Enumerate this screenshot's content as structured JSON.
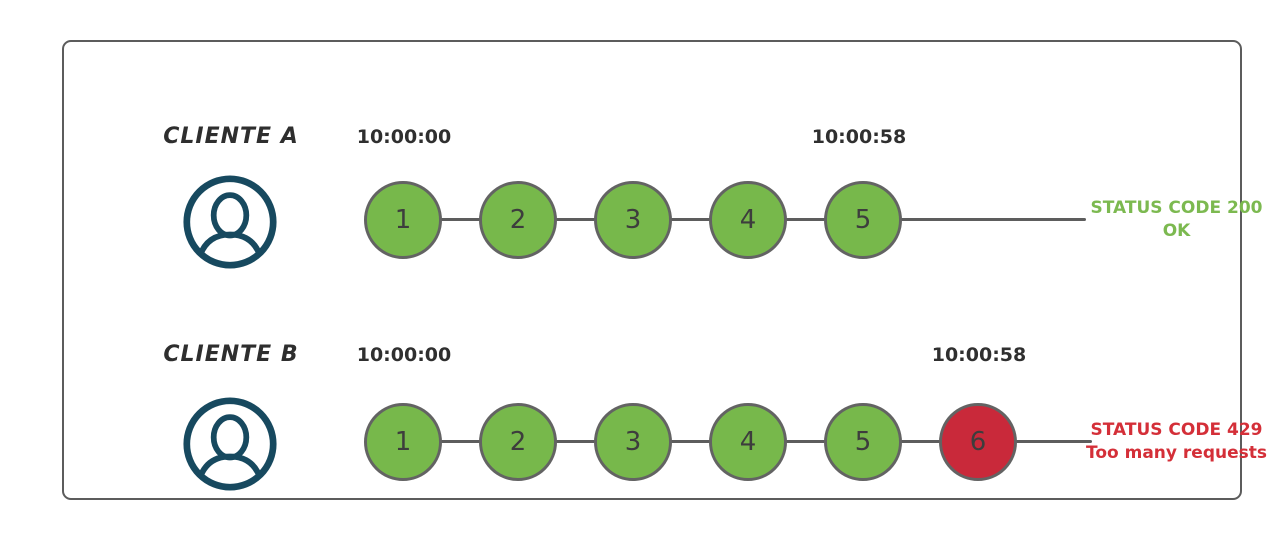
{
  "colors": {
    "success": "#77b84b",
    "error": "#c9293a",
    "success_text": "#7cb950",
    "error_text": "#d42f38",
    "stroke_gray": "#5d5d5d",
    "avatar_blue": "#17495f"
  },
  "rows": [
    {
      "client": "CLIENTE A",
      "start_time": "10:00:00",
      "end_time": "10:00:58",
      "requests": [
        {
          "label": "1",
          "status": "ok"
        },
        {
          "label": "2",
          "status": "ok"
        },
        {
          "label": "3",
          "status": "ok"
        },
        {
          "label": "4",
          "status": "ok"
        },
        {
          "label": "5",
          "status": "ok"
        }
      ],
      "status_code_line": "STATUS CODE 200",
      "status_message": "OK"
    },
    {
      "client": "CLIENTE B",
      "start_time": "10:00:00",
      "end_time": "10:00:58",
      "requests": [
        {
          "label": "1",
          "status": "ok"
        },
        {
          "label": "2",
          "status": "ok"
        },
        {
          "label": "3",
          "status": "ok"
        },
        {
          "label": "4",
          "status": "ok"
        },
        {
          "label": "5",
          "status": "ok"
        },
        {
          "label": "6",
          "status": "rate-limited"
        }
      ],
      "status_code_line": "STATUS CODE 429",
      "status_message": "Too many requests"
    }
  ]
}
